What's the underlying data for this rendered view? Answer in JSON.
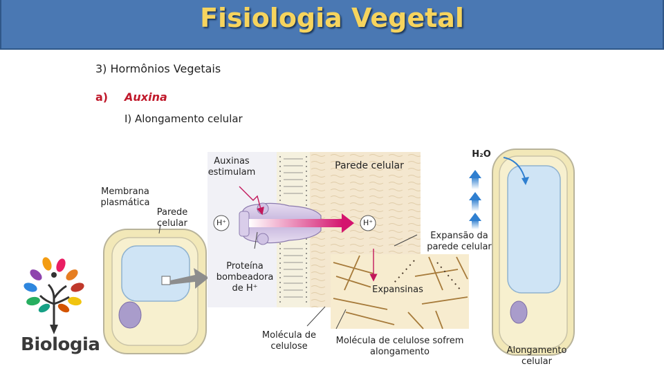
{
  "header": {
    "title": "Fisiologia Vegetal"
  },
  "content": {
    "section": "3) Hormônios Vegetais",
    "item_letter": "a)",
    "item_title": "Auxina",
    "subtopic": "I) Alongamento celular"
  },
  "diagram": {
    "auxinas_estimulam": "Auxinas estimulam",
    "membrana_plasmatica": "Membrana plasmática",
    "parede_celular_small": "Parede celular",
    "parede_celular_top": "Parede celular",
    "h2o": "H₂O",
    "h_plus_left": "H⁺",
    "h_plus_right": "H⁺",
    "expansao": "Expansão da parede celular",
    "proteina": "Proteína bombeadora de H⁺",
    "expansinas": "Expansinas",
    "molecula_celulose": "Molécula de celulose",
    "celulose_sofrem": "Molécula de celulose sofrem alongamento",
    "alongamento_celular": "Alongamento celular"
  },
  "logo": {
    "text": "Biologia"
  }
}
